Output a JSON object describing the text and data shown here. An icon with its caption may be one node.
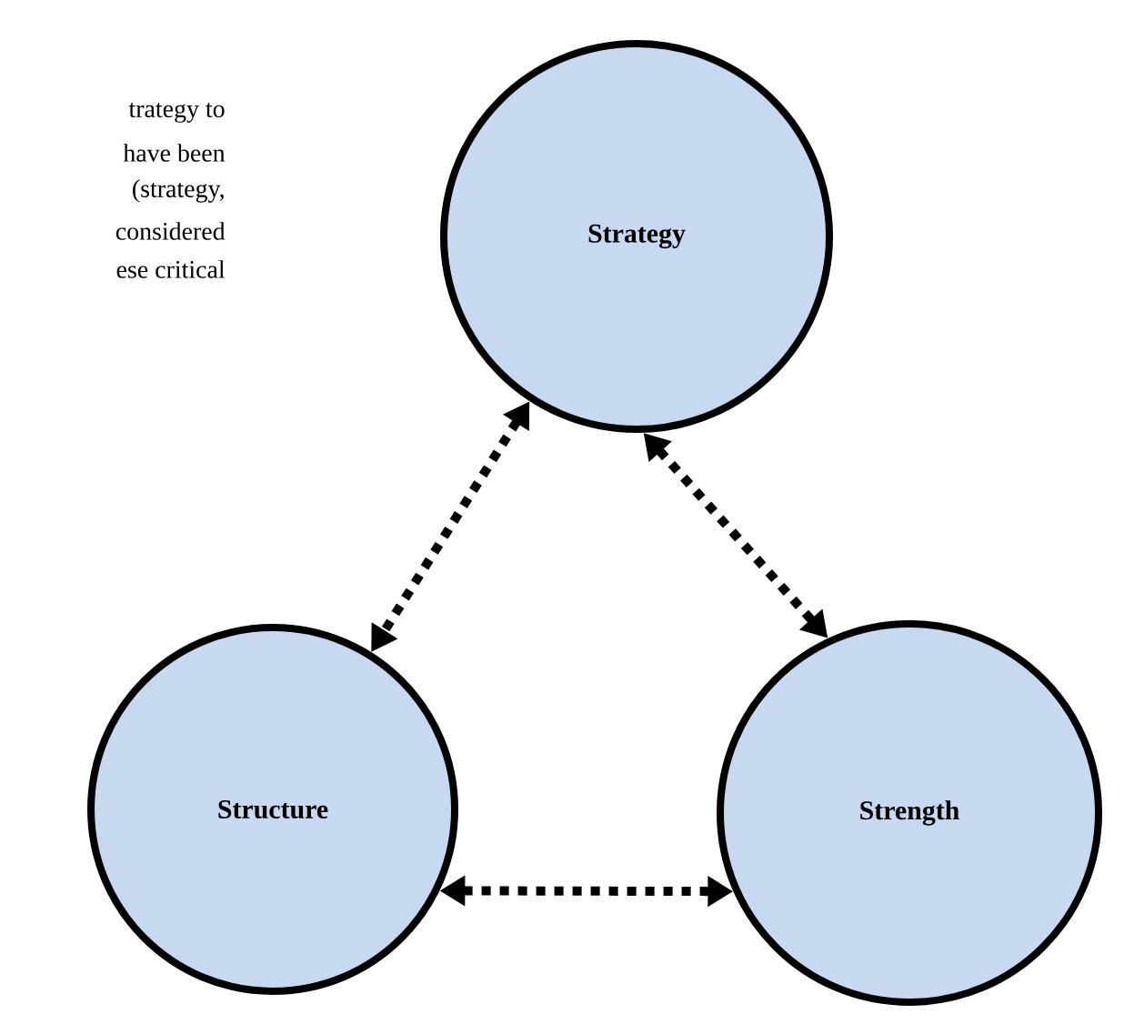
{
  "diagram": {
    "nodes": [
      {
        "text": [
          "Strategy"
        ]
      },
      {
        "text": [
          "Structure"
        ]
      },
      {
        "text": [
          "Strength"
        ]
      }
    ],
    "edges": [
      {
        "from": 0,
        "to": 1,
        "arrow": "both",
        "style": "dashed"
      },
      {
        "from": 0,
        "to": 2,
        "arrow": "both",
        "style": "dashed"
      },
      {
        "from": 1,
        "to": 2,
        "arrow": "both",
        "style": "dashed"
      }
    ],
    "labels": [
      "trategy to",
      "have been",
      "(strategy,",
      "considered",
      "ese critical"
    ]
  }
}
